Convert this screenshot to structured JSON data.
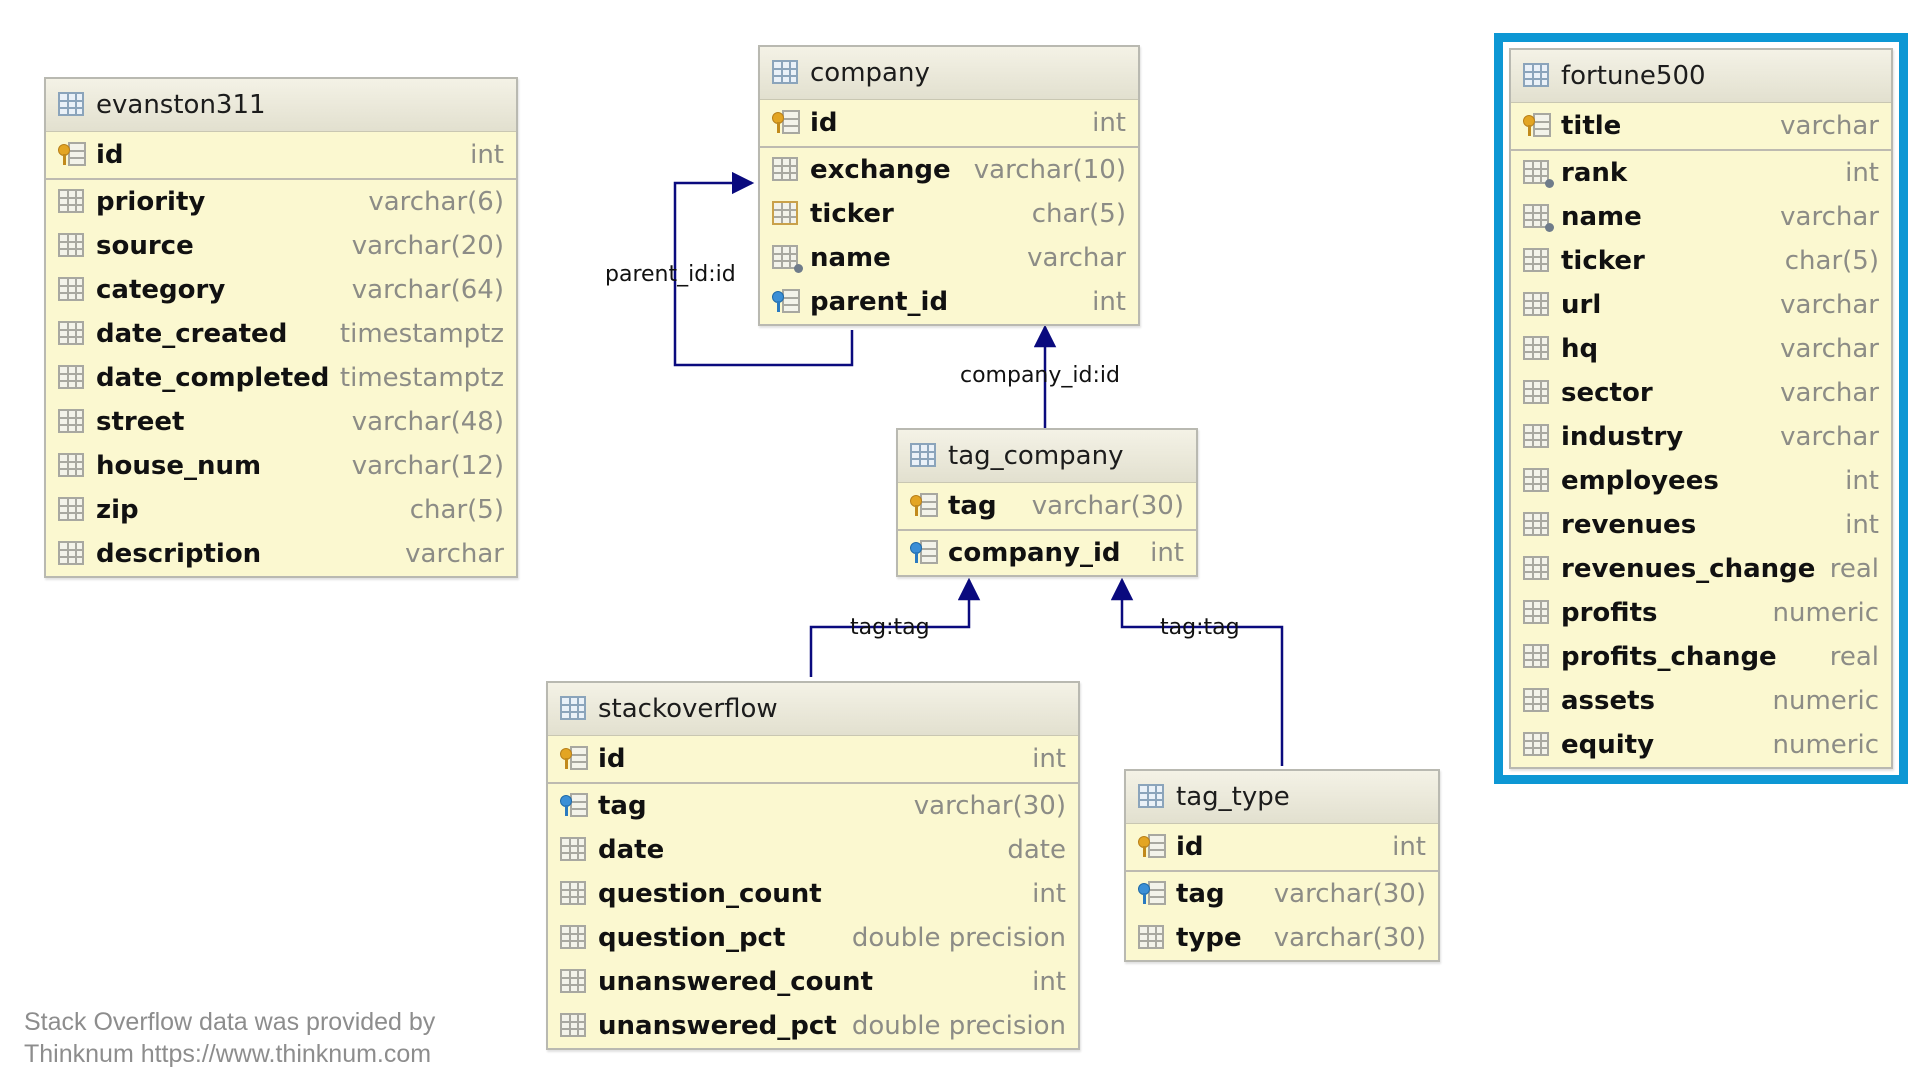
{
  "colors": {
    "selection": "#0d97d4",
    "connector": "#0a0a7e",
    "table_bg": "#fbf8d0"
  },
  "tables": {
    "evanston311": {
      "name": "evanston311",
      "columns": [
        {
          "name": "id",
          "type": "int",
          "icon": "primary-key-icon"
        },
        {
          "name": "priority",
          "type": "varchar(6)",
          "icon": "column-icon"
        },
        {
          "name": "source",
          "type": "varchar(20)",
          "icon": "column-icon"
        },
        {
          "name": "category",
          "type": "varchar(64)",
          "icon": "column-icon"
        },
        {
          "name": "date_created",
          "type": "timestamptz",
          "icon": "column-icon"
        },
        {
          "name": "date_completed",
          "type": "timestamptz",
          "icon": "column-icon"
        },
        {
          "name": "street",
          "type": "varchar(48)",
          "icon": "column-icon"
        },
        {
          "name": "house_num",
          "type": "varchar(12)",
          "icon": "column-icon"
        },
        {
          "name": "zip",
          "type": "char(5)",
          "icon": "column-icon"
        },
        {
          "name": "description",
          "type": "varchar",
          "icon": "column-icon"
        }
      ]
    },
    "company": {
      "name": "company",
      "columns": [
        {
          "name": "id",
          "type": "int",
          "icon": "primary-key-icon"
        },
        {
          "name": "exchange",
          "type": "varchar(10)",
          "icon": "column-icon"
        },
        {
          "name": "ticker",
          "type": "char(5)",
          "icon": "unique-column-icon"
        },
        {
          "name": "name",
          "type": "varchar",
          "icon": "indexed-column-icon"
        },
        {
          "name": "parent_id",
          "type": "int",
          "icon": "foreign-key-icon"
        }
      ]
    },
    "fortune500": {
      "name": "fortune500",
      "selected": true,
      "columns": [
        {
          "name": "title",
          "type": "varchar",
          "icon": "primary-key-icon"
        },
        {
          "name": "rank",
          "type": "int",
          "icon": "indexed-column-icon"
        },
        {
          "name": "name",
          "type": "varchar",
          "icon": "indexed-column-icon"
        },
        {
          "name": "ticker",
          "type": "char(5)",
          "icon": "column-icon"
        },
        {
          "name": "url",
          "type": "varchar",
          "icon": "column-icon"
        },
        {
          "name": "hq",
          "type": "varchar",
          "icon": "column-icon"
        },
        {
          "name": "sector",
          "type": "varchar",
          "icon": "column-icon"
        },
        {
          "name": "industry",
          "type": "varchar",
          "icon": "column-icon"
        },
        {
          "name": "employees",
          "type": "int",
          "icon": "column-icon"
        },
        {
          "name": "revenues",
          "type": "int",
          "icon": "column-icon"
        },
        {
          "name": "revenues_change",
          "type": "real",
          "icon": "column-icon"
        },
        {
          "name": "profits",
          "type": "numeric",
          "icon": "column-icon"
        },
        {
          "name": "profits_change",
          "type": "real",
          "icon": "column-icon"
        },
        {
          "name": "assets",
          "type": "numeric",
          "icon": "column-icon"
        },
        {
          "name": "equity",
          "type": "numeric",
          "icon": "column-icon"
        }
      ]
    },
    "tag_company": {
      "name": "tag_company",
      "columns": [
        {
          "name": "tag",
          "type": "varchar(30)",
          "icon": "primary-key-icon"
        },
        {
          "name": "company_id",
          "type": "int",
          "icon": "foreign-key-icon"
        }
      ]
    },
    "stackoverflow": {
      "name": "stackoverflow",
      "columns": [
        {
          "name": "id",
          "type": "int",
          "icon": "primary-key-icon"
        },
        {
          "name": "tag",
          "type": "varchar(30)",
          "icon": "foreign-key-icon"
        },
        {
          "name": "date",
          "type": "date",
          "icon": "column-icon"
        },
        {
          "name": "question_count",
          "type": "int",
          "icon": "column-icon"
        },
        {
          "name": "question_pct",
          "type": "double precision",
          "icon": "column-icon"
        },
        {
          "name": "unanswered_count",
          "type": "int",
          "icon": "column-icon"
        },
        {
          "name": "unanswered_pct",
          "type": "double precision",
          "icon": "column-icon"
        }
      ]
    },
    "tag_type": {
      "name": "tag_type",
      "columns": [
        {
          "name": "id",
          "type": "int",
          "icon": "primary-key-icon"
        },
        {
          "name": "tag",
          "type": "varchar(30)",
          "icon": "foreign-key-icon"
        },
        {
          "name": "type",
          "type": "varchar(30)",
          "icon": "column-icon"
        }
      ]
    }
  },
  "relations": {
    "parent": "parent_id:id",
    "company": "company_id:id",
    "so_tag": "tag:tag",
    "type_tag": "tag:tag"
  },
  "footnote": {
    "line1": "Stack Overflow data was provided by",
    "line2": "Thinknum https://www.thinknum.com"
  }
}
